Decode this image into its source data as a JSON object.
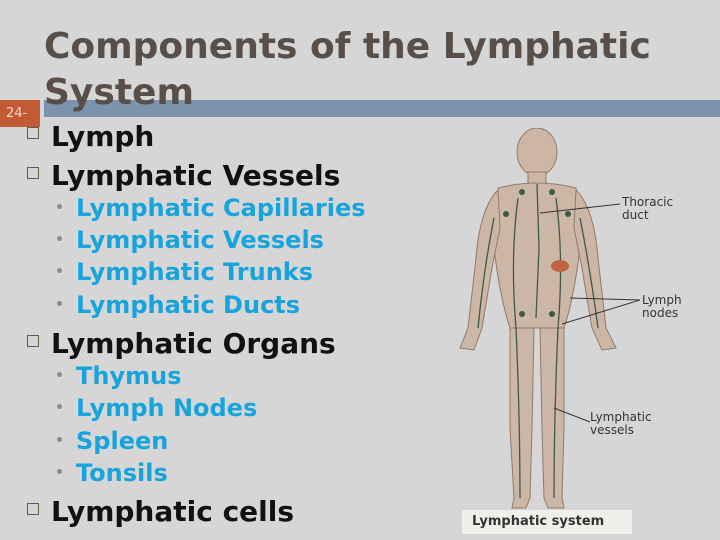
{
  "slide": {
    "title": "Components of the Lymphatic System",
    "slide_number": "24-"
  },
  "bullets": {
    "lymph": "Lymph",
    "vessels": {
      "label": "Lymphatic Vessels",
      "items": [
        "Lymphatic Capillaries",
        "Lymphatic Vessels",
        "Lymphatic Trunks",
        "Lymphatic Ducts"
      ]
    },
    "organs": {
      "label": "Lymphatic Organs",
      "items": [
        "Thymus",
        "Lymph Nodes",
        "Spleen",
        "Tonsils"
      ]
    },
    "cells": "Lymphatic cells"
  },
  "figure": {
    "label_thoracic_1": "Thoracic",
    "label_thoracic_2": "duct",
    "label_nodes_1": "Lymph",
    "label_nodes_2": "nodes",
    "label_vessels_1": "Lymphatic",
    "label_vessels_2": "vessels",
    "caption": "Lymphatic system"
  },
  "colors": {
    "background": "#d6d6d6",
    "title": "#5a4f48",
    "title_bar": "#7b93ad",
    "slide_number_box": "#c25a33",
    "level1_text": "#111111",
    "level2_text": "#17a4dc"
  }
}
